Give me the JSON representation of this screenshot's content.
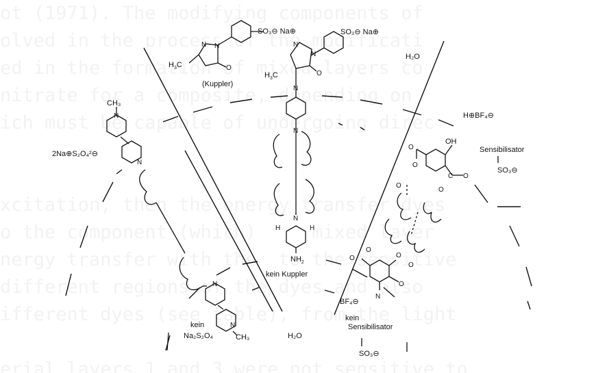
{
  "background_lines": [
    "ot (1971). The modifying components of",
    "olved in the process of the modificati",
    "ed in the formation of mixed layers co",
    "nitrate for a composite, depending on",
    "ich must be capable of undergoing direc",
    "",
    "",
    "xcitation, then the energy transfer dyes",
    "o the component (which)     mixed layer",
    "nergy transfer with the  to the sensitive",
    "different regions of the dyes and also",
    "ifferent dyes (see table), from the light",
    "",
    "erial layers 1 and 3 were not sensitive to"
  ],
  "labels": {
    "kuppler": "(Kuppler)",
    "kein_kuppler": "kein Kuppler",
    "sensibilisator": "Sensibilisator",
    "kein": "kein",
    "kein_na2s2o4": "Na₂S₂O₄",
    "kein_sensibilisator": "Sensibilisator",
    "water_top": "H₂O",
    "water_bottom": "H₂O",
    "dithionite": "2Na⊕S₂O₄²⊖",
    "hbf4": "H⊕BF₄⊖",
    "bf4_bottom": "BF₄⊖",
    "so3_right": "SO₃⊖",
    "so3_bottom": "SO₃⊖",
    "so3na_top": "SO₃⊖ Na⊕",
    "so3na_center": "SO₃⊖ Na⊕",
    "ch3_left": "CH₃",
    "ch3_bottom": "CH₃",
    "h3c": "H₃C",
    "oh": "OH"
  }
}
